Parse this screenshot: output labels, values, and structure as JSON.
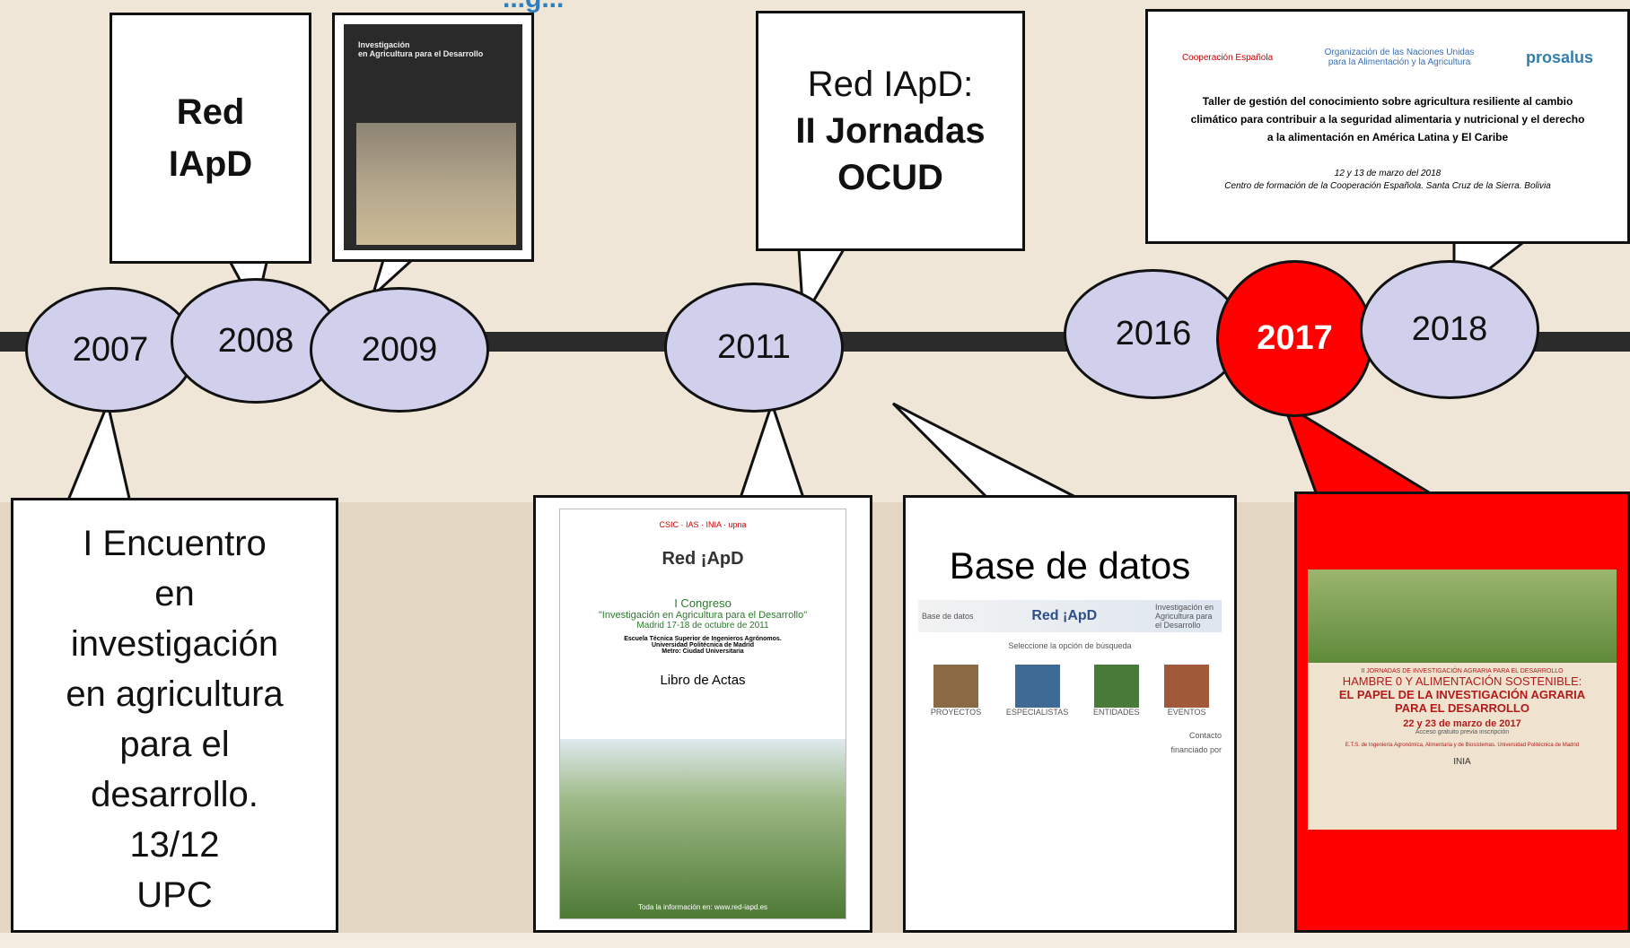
{
  "page_title_fragment": "...g...",
  "timeline": {
    "years": [
      "2007",
      "2008",
      "2009",
      "2011",
      "2016",
      "2017",
      "2018"
    ],
    "highlight_year": "2017",
    "highlight_color": "#ff0000",
    "ellipse_color": "#d0d0ec"
  },
  "callouts": {
    "red_iapd_2008": [
      "Red",
      "IApD"
    ],
    "book_2009": {
      "title_line1": "Investigación",
      "title_line2": "en Agricultura para el Desarrollo"
    },
    "jornadas_2011": {
      "line1": "Red IApD:",
      "line2": "II Jornadas",
      "line3": "OCUD"
    },
    "encuentro_2007": [
      "I Encuentro",
      "en",
      "investigación",
      "en agricultura",
      "para el",
      "desarrollo.",
      "13/12",
      "UPC"
    ],
    "congreso_2011": {
      "logos": "CSIC · IAS · INIA · upna",
      "brand": "Red ¡ApD",
      "title": "I Congreso",
      "subtitle": "\"Investigación en Agricultura para el Desarrollo\"",
      "date": "Madrid 17-18 de octubre de 2011",
      "venue1": "Escuela Técnica Superior de Ingenieros Agrónomos.",
      "venue2": "Universidad Politécnica de Madrid",
      "venue3": "Metro: Ciudad Universitaria",
      "actas": "Libro de Actas",
      "footer": "Toda la información en: www.red-iapd.es"
    },
    "base_datos": {
      "heading": "Base de datos",
      "small_left": "Base de datos",
      "brand": "Red ¡ApD",
      "small_right": "Investigación en Agricultura para el Desarrollo",
      "prompt": "Seleccione la opción de búsqueda",
      "options": [
        "PROYECTOS",
        "ESPECIALISTAS",
        "ENTIDADES",
        "EVENTOS"
      ],
      "contacto": "Contacto",
      "financiado": "financiado por"
    },
    "taller_2018": {
      "org1": "Cooperación Española",
      "org2": "Organización de las Naciones Unidas para la Alimentación y la Agricultura",
      "org3": "prosalus",
      "line1": "Taller de gestión del conocimiento sobre agricultura resiliente al cambio",
      "line2": "climático para contribuir a la seguridad alimentaria y nutricional y el derecho",
      "line3": "a la alimentación en América Latina y El Caribe",
      "date": "12 y 13 de marzo del 2018",
      "place": "Centro de formación de la Cooperación Española. Santa Cruz de la Sierra. Bolivia"
    },
    "jornadas_2017": {
      "pre": "II JORNADAS DE INVESTIGACIÓN AGRARIA PARA EL DESARROLLO",
      "title1": "HAMBRE 0 Y ALIMENTACIÓN SOSTENIBLE:",
      "title2": "EL PAPEL DE LA INVESTIGACIÓN AGRARIA",
      "title3": "PARA EL DESARROLLO",
      "date": "22 y 23 de marzo de 2017",
      "access": "Acceso gratuito previa inscripción",
      "venue": "E.T.S. de Ingeniería Agronómica, Alimentaria y de Biosistemas. Universidad Politécnica de Madrid",
      "logo": "INIA"
    }
  }
}
